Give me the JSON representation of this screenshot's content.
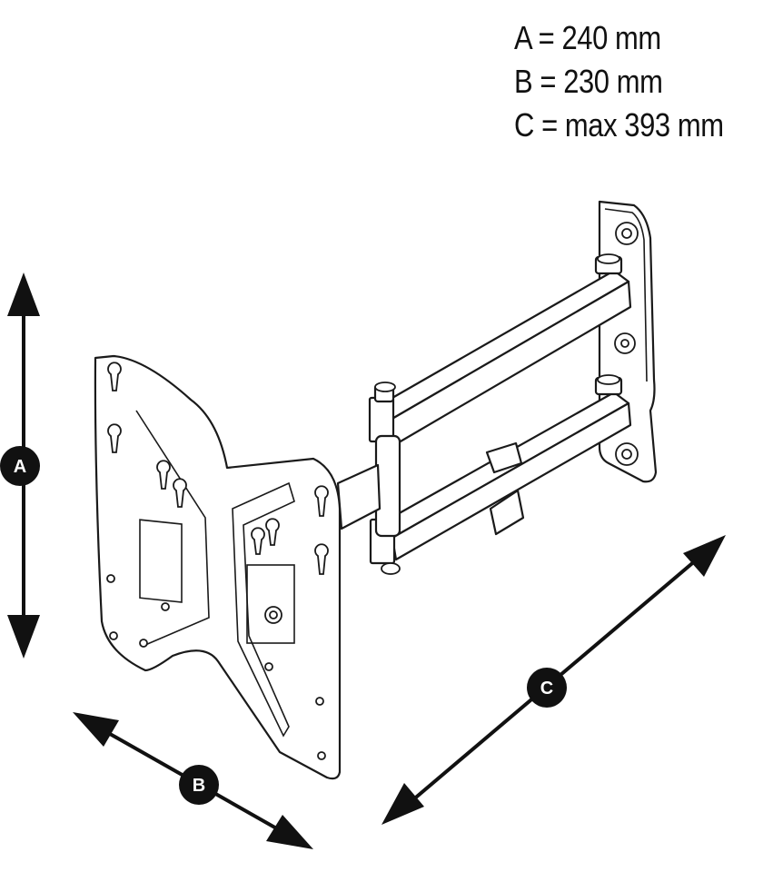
{
  "specs": [
    {
      "text": "A = 240 mm"
    },
    {
      "text": "B = 230 mm"
    },
    {
      "text": "C = max 393 mm"
    }
  ],
  "labels": {
    "a": "A",
    "b": "B",
    "c": "C"
  },
  "colors": {
    "ink": "#111111",
    "background": "#ffffff"
  }
}
